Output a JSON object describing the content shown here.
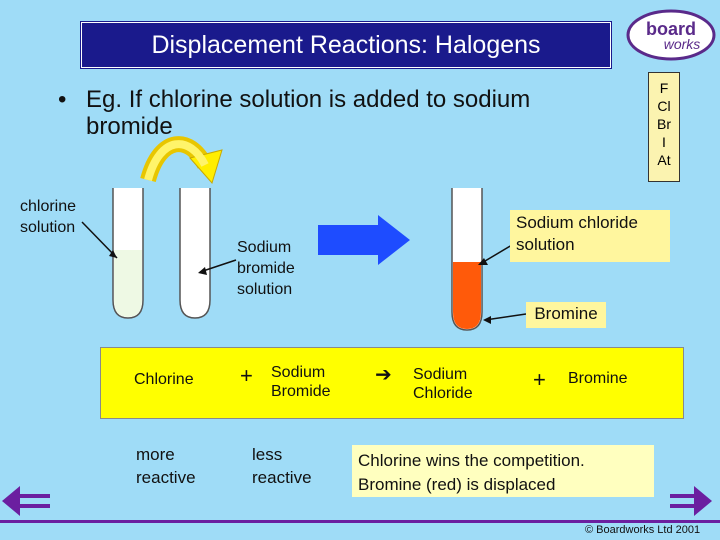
{
  "title": "Displacement  Reactions: Halogens",
  "logo": {
    "line1": "board",
    "line2": "works"
  },
  "elements": [
    "F",
    "Cl",
    "Br",
    "I",
    "At"
  ],
  "bullet": {
    "symbol": "•",
    "line1": "Eg. If  chlorine solution is added to sodium",
    "line2": "bromide"
  },
  "labels": {
    "chlorine_solution": [
      "chlorine",
      "solution"
    ],
    "sodium_bromide_solution": [
      "Sodium",
      "bromide",
      "solution"
    ],
    "sodium_chloride_solution": [
      "Sodium chloride",
      "solution"
    ],
    "bromine": "Bromine"
  },
  "equation": {
    "reactant1": "Chlorine",
    "plus1": "+",
    "reactant2": [
      "Sodium",
      "Bromide"
    ],
    "arrow": "➔",
    "product1": [
      "Sodium",
      "Chloride"
    ],
    "plus2": "+",
    "product2": "Bromine"
  },
  "reactivity": {
    "more": [
      "more",
      "reactive"
    ],
    "less": [
      "less",
      "reactive"
    ]
  },
  "conclusion": [
    "Chlorine wins the competition.",
    "Bromine (red) is displaced"
  ],
  "copyright": "© Boardworks Ltd 2001",
  "colors": {
    "background": "#9fdcf7",
    "title_bg": "#1a1a8c",
    "yellow": "#ffff00",
    "bromine": "#ff5a0a",
    "arrow_blue": "#1e4cff",
    "nav": "#6b1fa0"
  }
}
